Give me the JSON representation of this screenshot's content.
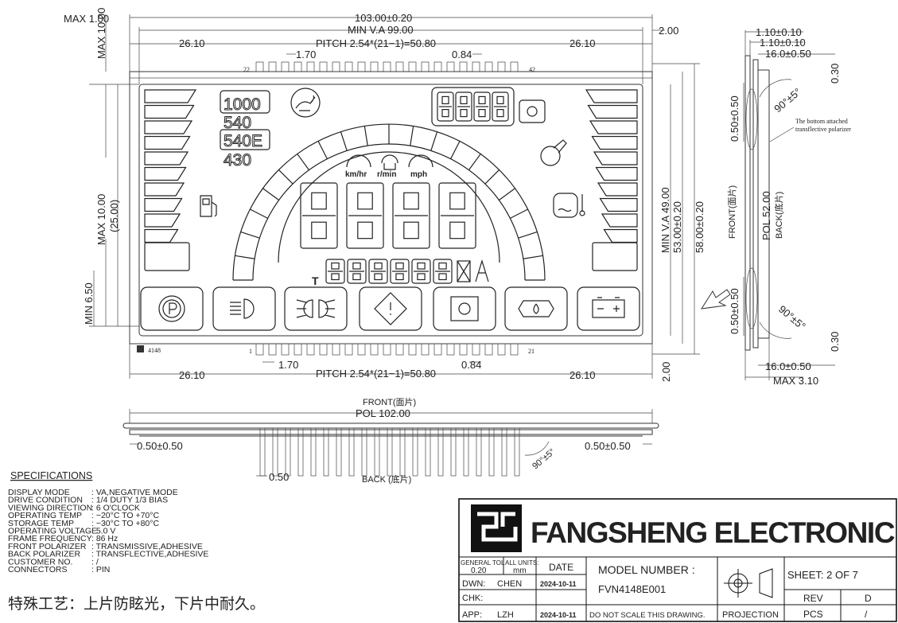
{
  "front_view": {
    "dims": {
      "max_1_00": "MAX  1.00",
      "overall_width": "103.00±0.20",
      "min_va": "MIN V.A 99.00",
      "right_2_00": "2.00",
      "left_26_10": "26.10",
      "pitch_top": "PITCH  2.54*(21−1)=50.80",
      "right_26_10": "26.10",
      "pin_1_70": "1.70",
      "pin_0_84": "0.84",
      "max_10_00": "MAX  10.00",
      "pitch_bottom": "PITCH  2.54*(21−1)=50.80",
      "bottom_2_00": "2.00",
      "bottom_left_26_10": "26.10",
      "bottom_right_26_10": "26.10",
      "max_10_00_b": "MAX  10.00",
      "dim_25_00": "(25.00)",
      "min_6_50": "MIN  6.50",
      "min_va_49": "MIN V.A  49.00",
      "h_53": "53.00±0.20",
      "h_58": "58.00±0.20"
    },
    "pin_labels": {
      "top_left": "22",
      "top_right": "42",
      "bottom_left": "1",
      "bottom_right": "21"
    },
    "part_label": "4148",
    "lcd": {
      "speed_values": [
        "1000",
        "540",
        "540E",
        "430"
      ],
      "units": [
        "km/hr",
        "r/min",
        "mph"
      ],
      "t_label": "T"
    }
  },
  "side_view": {
    "dims": {
      "d_1_10_a": "1.10±0.10",
      "d_1_10_b": "1.10±0.10",
      "d_16_0_top": "16.0±0.50",
      "d_0_30_top": "0.30",
      "d_0_50_top": "0.50±0.50",
      "angle_top": "90°±5°",
      "d_52": "POL  52.00",
      "d_0_50_bot": "0.50±0.50",
      "angle_bot": "90°±5°",
      "d_0_30_bot": "0.30",
      "d_16_0_bot": "16.0±0.50",
      "max_3_10": "MAX  3.10"
    },
    "note_line1": "The bottom attached",
    "note_line2": "transflective polarizer",
    "front_label": "FRONT(面片)",
    "back_label": "BACK(底片)"
  },
  "bottom_view": {
    "front_label": "FRONT(面片)",
    "pol": "POL  102.00",
    "left_dim": "0.50±0.50",
    "right_dim": "0.50±0.50",
    "pin_dim": "0.50",
    "angle": "90°±5°",
    "back_label": "BACK (底片)"
  },
  "specifications": {
    "title": "SPECIFICATIONS",
    "rows": [
      {
        "label": "DISPLAY      MODE",
        "value": "VA,NEGATIVE  MODE"
      },
      {
        "label": "DRIVE    CONDITION",
        "value": "1/4  DUTY  1/3  BIAS"
      },
      {
        "label": "VIEWING  DIRECTION",
        "value": "6  O'CLOCK"
      },
      {
        "label": "OPERATING    TEMP",
        "value": "−20°C  TO  +70°C"
      },
      {
        "label": "STORAGE      TEMP",
        "value": "−30°C  TO  +80°C"
      },
      {
        "label": "OPERATING  VOLTAGE",
        "value": "5.0  V"
      },
      {
        "label": "FRAME  FREQUENCY",
        "value": "86  Hz"
      },
      {
        "label": "FRONT  POLARIZER",
        "value": "TRANSMISSIVE,ADHESIVE"
      },
      {
        "label": "BACK    POLARIZER",
        "value": "TRANSFLECTIVE,ADHESIVE"
      },
      {
        "label": "CUSTOMER       NO.",
        "value": "/"
      },
      {
        "label": "CONNECTORS",
        "value": "PIN"
      }
    ],
    "note_cn": "特殊工艺：上片防眩光，下片中耐久。"
  },
  "title_block": {
    "company": "FANGSHENG ELECTRONIC CO.,LTD",
    "general_tol_label": "GENERAL TOL",
    "general_tol_value": "0.20",
    "units_label": "ALL UNITS:",
    "units_value": "mm",
    "date_label": "DATE",
    "model_label": "MODEL  NUMBER  :",
    "model_number": "FVN4148E001",
    "dwn_label": "DWN:",
    "dwn_value": "CHEN",
    "dwn_date": "2024-10-11",
    "chk_label": "CHK:",
    "app_label": "APP:",
    "app_value": "LZH",
    "app_date": "2024-10-11",
    "note": "DO  NOT  SCALE  THIS  DRAWING.",
    "projection": "PROJECTION",
    "sheet": "SHEET:  2  OF  7",
    "rev_label": "REV",
    "rev_value": "D",
    "pcs_label": "PCS",
    "pcs_value": "/"
  }
}
